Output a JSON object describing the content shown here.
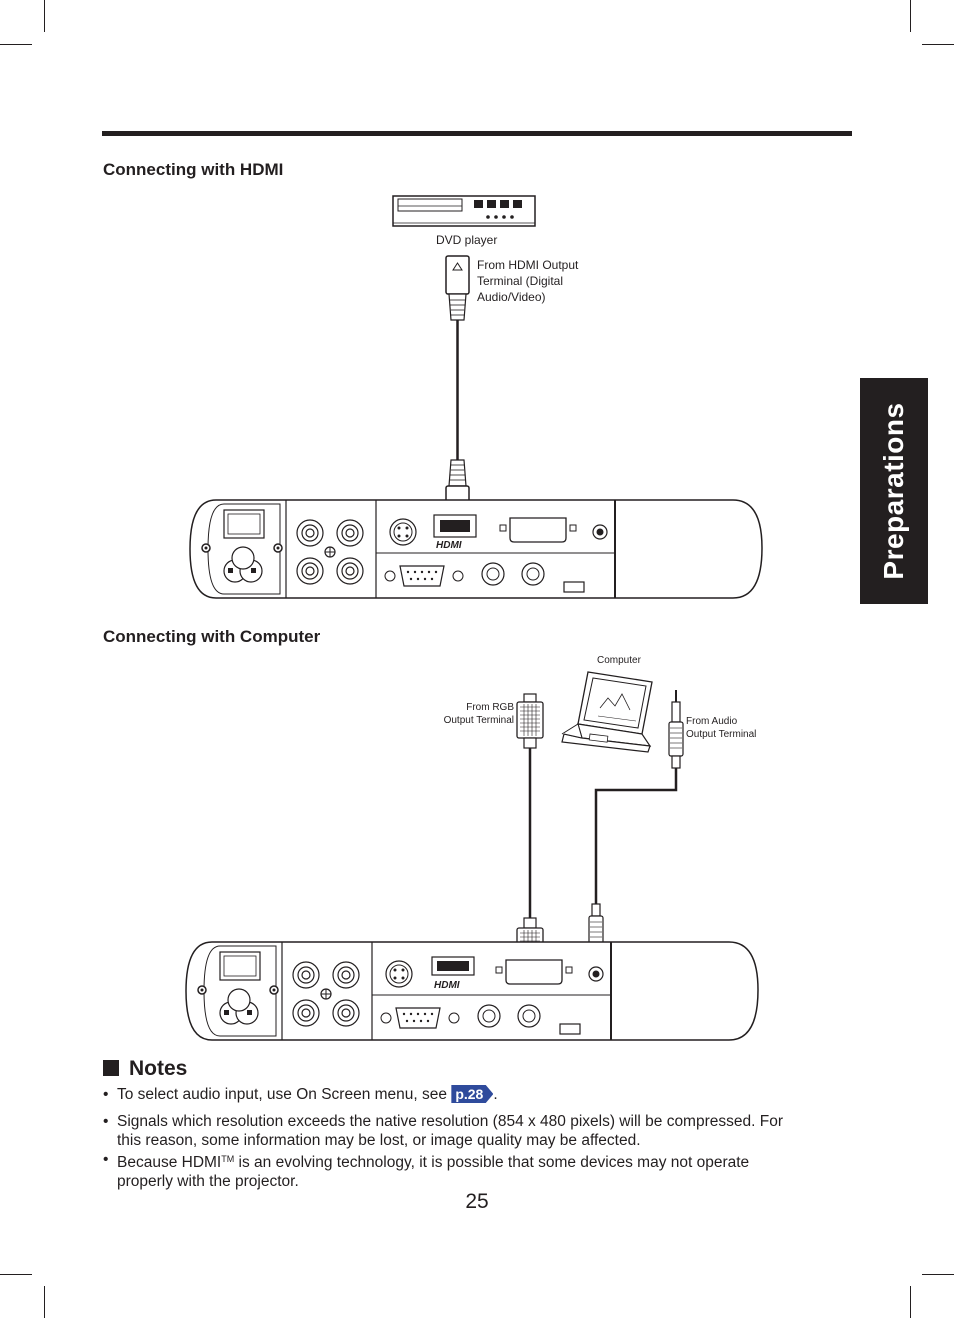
{
  "side_tab": {
    "label": "Preparations"
  },
  "hdmi_section": {
    "title": "Connecting with HDMI",
    "device_label": "DVD player",
    "cable_label_lines": [
      "From HDMI Output",
      "Terminal (Digital",
      "Audio/Video)"
    ],
    "port_logo": "HDMI"
  },
  "computer_section": {
    "title": "Connecting with Computer",
    "device_label": "Computer",
    "rgb_label_lines": [
      "From RGB",
      "Output Terminal"
    ],
    "audio_label_lines": [
      "From Audio",
      "Output Terminal"
    ],
    "port_logo": "HDMI"
  },
  "notes": {
    "heading": "Notes",
    "items": [
      {
        "bullet": "•",
        "text_before": "To select audio input, use On Screen menu, see",
        "ref": "p.28",
        "text_after": "."
      },
      {
        "bullet": "•",
        "line1": "Signals which resolution exceeds the native resolution (854 x 480 pixels) will be compressed. For",
        "line2": "this reason, some information may be lost, or image quality may be affected."
      },
      {
        "bullet": "•",
        "text_before": "Because HDMI",
        "tm": "TM",
        "text_after": " is an evolving technology, it is possible that some devices may not operate",
        "line2": "properly with the projector."
      }
    ]
  },
  "page_number": "25"
}
